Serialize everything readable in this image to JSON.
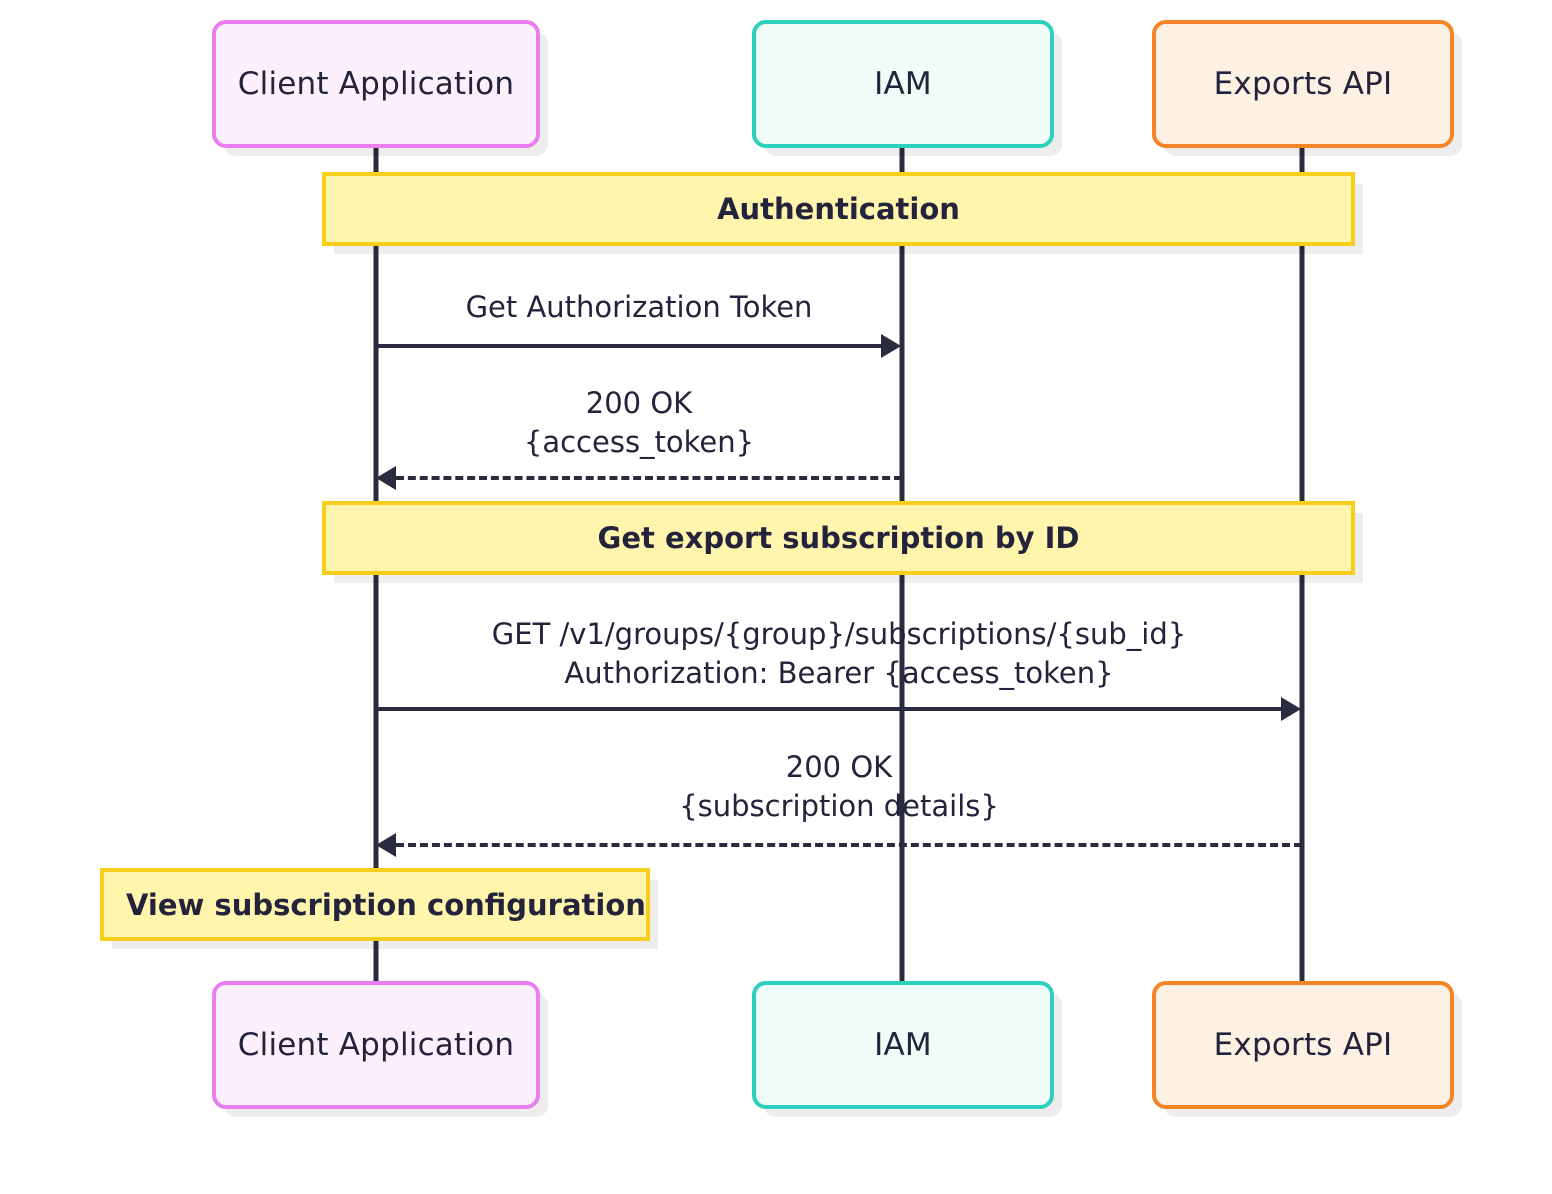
{
  "diagram": {
    "type": "sequence-diagram",
    "title": "",
    "colors": {
      "client_border": "#e87ef0",
      "client_fill": "#fdf0fd",
      "iam_border": "#2ecfbd",
      "iam_fill": "#effcf8",
      "exports_border": "#f58426",
      "exports_fill": "#fdf1e3",
      "banner_fill": "#fff5ad",
      "banner_border": "#f8ce1c",
      "line": "#2b2b40",
      "text": "#23233c"
    }
  },
  "participants": [
    {
      "id": "client",
      "label": "Client Application"
    },
    {
      "id": "iam",
      "label": "IAM"
    },
    {
      "id": "exports",
      "label": "Exports API"
    }
  ],
  "sections": [
    {
      "id": "authentication",
      "label": "Authentication"
    },
    {
      "id": "get-export-subscription-by-id",
      "label": "Get export subscription by ID"
    }
  ],
  "messages": [
    {
      "id": "get-authorization-token",
      "from": "client",
      "to": "iam",
      "direction": "right",
      "style": "solid",
      "lines": [
        "Get Authorization Token"
      ]
    },
    {
      "id": "iam-200-ok",
      "from": "iam",
      "to": "client",
      "direction": "left",
      "style": "dashed",
      "lines": [
        "200 OK",
        "{access_token}"
      ]
    },
    {
      "id": "get-subscription-request",
      "from": "client",
      "to": "exports",
      "direction": "right",
      "style": "solid",
      "lines": [
        "GET /v1/groups/{group}/subscriptions/{sub_id}",
        "Authorization: Bearer {access_token}"
      ]
    },
    {
      "id": "exports-200-ok",
      "from": "exports",
      "to": "client",
      "direction": "left",
      "style": "dashed",
      "lines": [
        "200 OK",
        "{subscription details}"
      ]
    }
  ],
  "notes": [
    {
      "id": "view-subscription-configuration",
      "over": "client",
      "label": "View subscription configuration"
    }
  ]
}
